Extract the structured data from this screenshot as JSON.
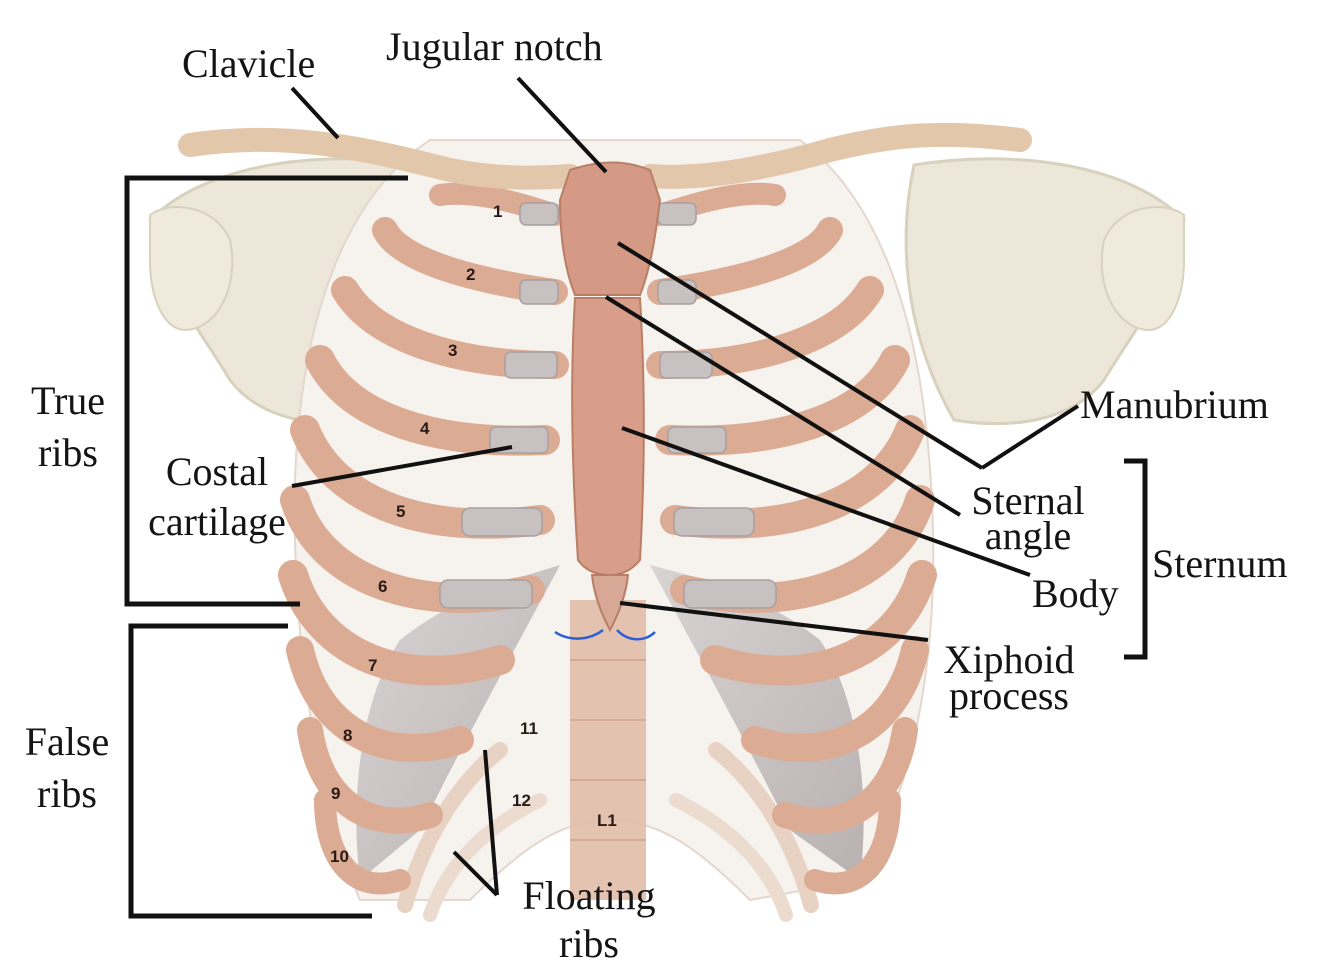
{
  "labels": {
    "clavicle": "Clavicle",
    "jugular_notch": "Jugular notch",
    "manubrium": "Manubrium",
    "sternal_angle_1": "Sternal",
    "sternal_angle_2": "angle",
    "body": "Body",
    "sternum": "Sternum",
    "xiphoid_1": "Xiphoid",
    "xiphoid_2": "process",
    "true_ribs_1": "True",
    "true_ribs_2": "ribs",
    "costal_1": "Costal",
    "costal_2": "cartilage",
    "false_ribs_1": "False",
    "false_ribs_2": "ribs",
    "floating_1": "Floating",
    "floating_2": "ribs"
  },
  "rib_numbers": [
    "1",
    "2",
    "3",
    "4",
    "5",
    "6",
    "7",
    "8",
    "9",
    "10",
    "11",
    "12"
  ],
  "vertebra": "L1",
  "colors": {
    "rib": "#dcab93",
    "rib_edge": "#b87e66",
    "cartilage": "#c3bcbc",
    "sternum": "#d49a86",
    "scapula": "#ebe6d6",
    "leader": "#111111",
    "accent_curve": "#2c5fd6"
  }
}
